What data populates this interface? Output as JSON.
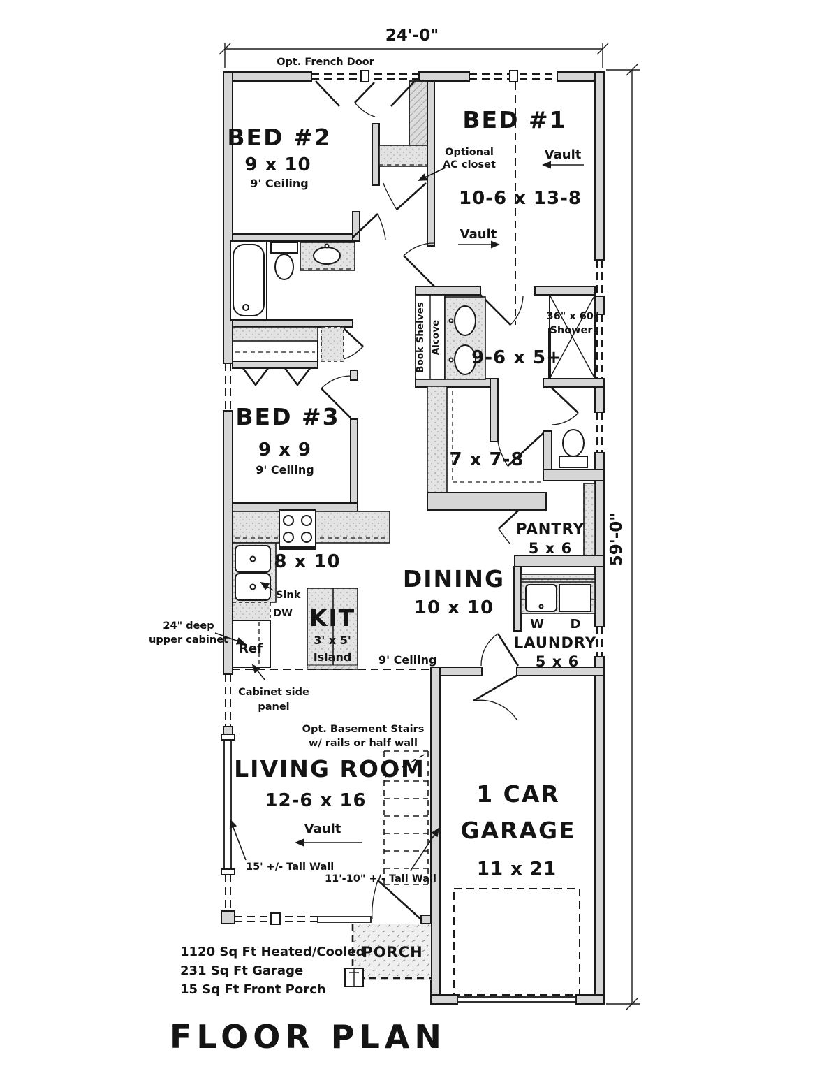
{
  "title": "FLOOR PLAN",
  "colors": {
    "line": "#1a1a1a",
    "wall_fill": "#d6d6d6",
    "background": "#ffffff"
  },
  "dimensions": {
    "width": "24'-0\"",
    "depth": "59'-0\""
  },
  "rooms": {
    "bed1": {
      "name": "BED #1",
      "size": "10-6 x 13-8"
    },
    "bed2": {
      "name": "BED #2",
      "size": "9 x 10",
      "ceiling": "9' Ceiling"
    },
    "bed3": {
      "name": "BED #3",
      "size": "9 x 9",
      "ceiling": "9' Ceiling"
    },
    "master_bath": {
      "size": "9-6 x 5+"
    },
    "shower": {
      "size": "36\" x 60\"",
      "name": "Shower"
    },
    "wic": {
      "size": "7 x 7-8"
    },
    "pantry": {
      "name": "PANTRY",
      "size": "5 x 6"
    },
    "kitchen": {
      "size": "8 x 10",
      "name": "KIT",
      "island_size": "3' x 5'",
      "island_label": "Island",
      "ceiling": "9' Ceiling"
    },
    "dining": {
      "name": "DINING",
      "size": "10 x 10"
    },
    "laundry": {
      "name": "LAUNDRY",
      "size": "5 x 6"
    },
    "living": {
      "name": "LIVING ROOM",
      "size": "12-6 x 16"
    },
    "garage": {
      "name_line1": "1 CAR",
      "name_line2": "GARAGE",
      "size": "11 x 21"
    },
    "porch": {
      "name": "PORCH"
    }
  },
  "annotations": {
    "french_door": "Opt. French Door",
    "ac_closet_line1": "Optional",
    "ac_closet_line2": "AC closet",
    "vault": "Vault",
    "book_shelves": "Book Shelves",
    "alcove": "Alcove",
    "sink": "Sink",
    "dw": "DW",
    "ref": "Ref",
    "washer": "W",
    "dryer": "D",
    "upper_cabinet_line1": "24\" deep",
    "upper_cabinet_line2": "upper cabinet",
    "cabinet_panel_line1": "Cabinet side",
    "cabinet_panel_line2": "panel",
    "stairs_line1": "Opt. Basement Stairs",
    "stairs_line2": "w/ rails or half wall",
    "tall_wall_living": "15' +/- Tall Wall",
    "tall_wall_stairs": "11'-10\" +/- Tall Wall"
  },
  "footer": {
    "line1": "1120 Sq Ft Heated/Cooled",
    "line2": "231 Sq Ft Garage",
    "line3": "15 Sq Ft Front Porch"
  }
}
